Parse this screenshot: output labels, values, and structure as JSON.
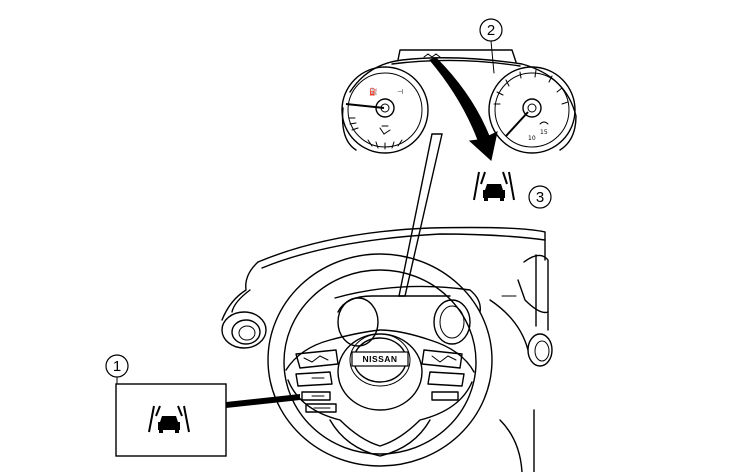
{
  "callouts": [
    {
      "id": "1",
      "label": "1"
    },
    {
      "id": "2",
      "label": "2"
    },
    {
      "id": "3",
      "label": "3"
    }
  ],
  "steering_wheel": {
    "logo_text": "NISSAN"
  },
  "icons": {
    "switch_icon": "lane-departure-warning-icon",
    "meter_icon": "lane-departure-warning-icon"
  },
  "colors": {
    "line": "#000000",
    "background": "#ffffff"
  }
}
